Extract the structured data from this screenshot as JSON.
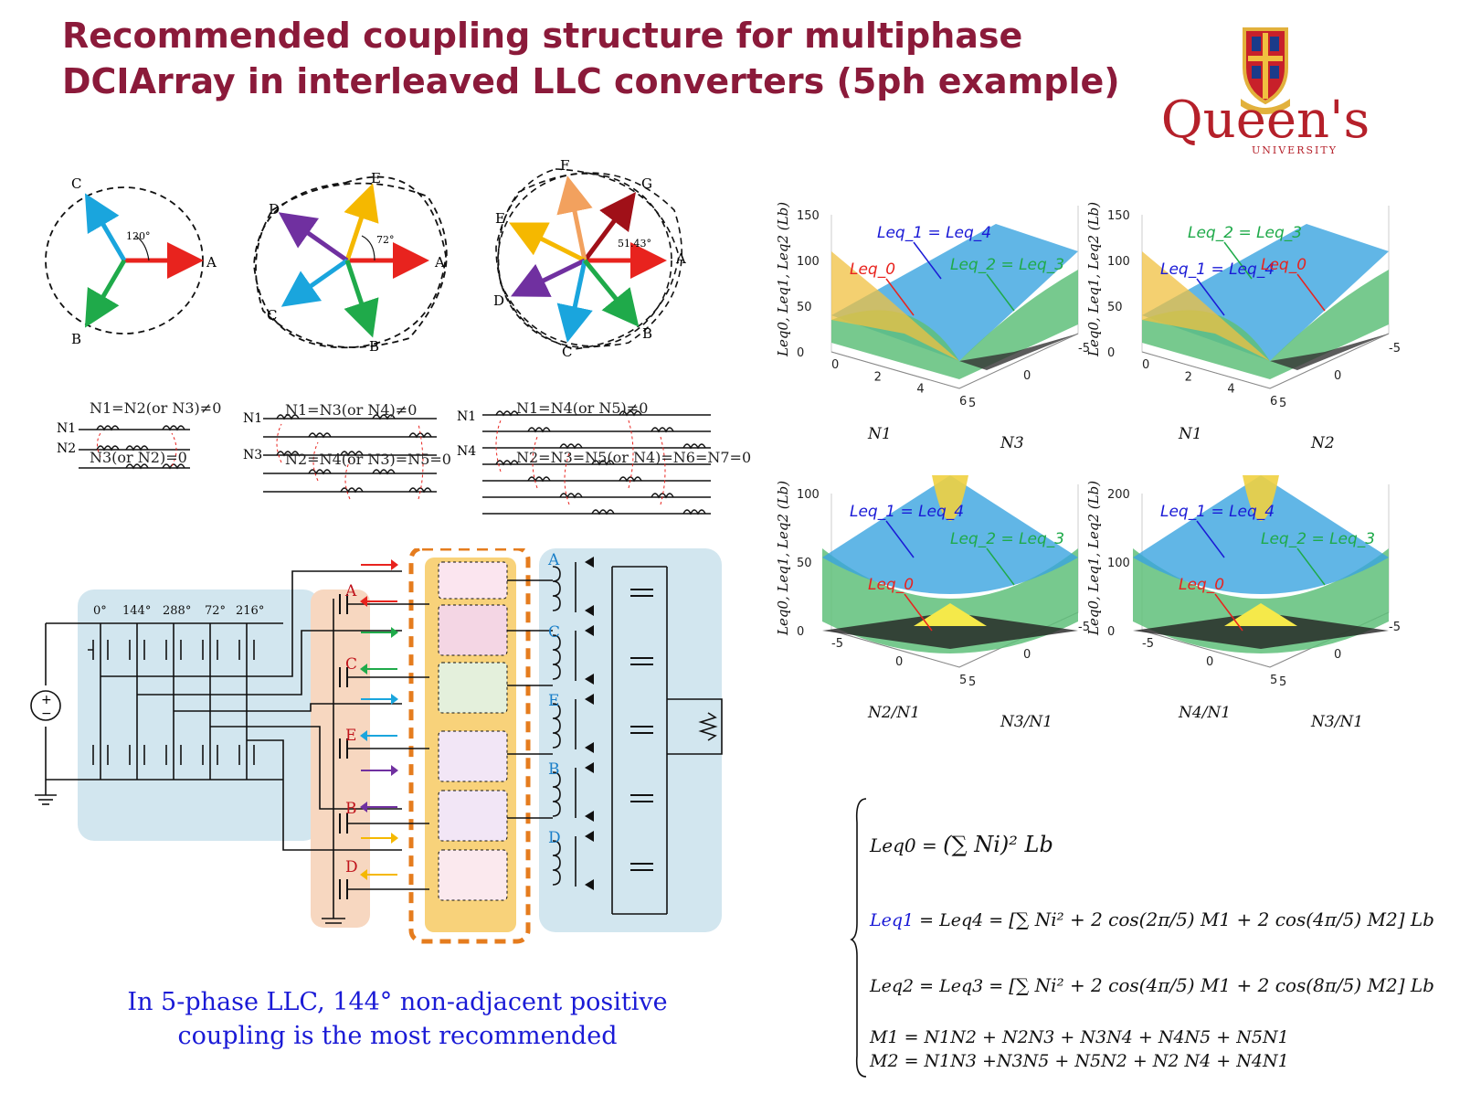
{
  "title": {
    "line1": "Recommended coupling structure for multiphase",
    "line2": "DCIArray in interleaved LLC converters (5ph example)"
  },
  "logo": {
    "wordmark": "Queen's",
    "subtitle": "UNIVERSITY"
  },
  "phasors": [
    {
      "angle": "120°",
      "labels": [
        "A",
        "B",
        "C"
      ],
      "condition": [
        "N1=N2(or N3)≠0",
        "N3(or N2)=0"
      ],
      "windings": [
        "N1",
        "N2"
      ]
    },
    {
      "angle": "72°",
      "labels": [
        "A",
        "B",
        "C",
        "D",
        "E"
      ],
      "condition": [
        "N1=N3(or N4)≠0",
        "N2=N4(or N3)=N5=0"
      ],
      "windings": [
        "N1",
        "N3"
      ]
    },
    {
      "angle": "51.43°",
      "labels": [
        "A",
        "B",
        "C",
        "D",
        "E",
        "F",
        "G"
      ],
      "condition": [
        "N1=N4(or N5)≠0",
        "N2=N3=N5(or N4)=N6=N7=0"
      ],
      "windings": [
        "N1",
        "N4"
      ]
    }
  ],
  "circuit": {
    "phase_angles": [
      "0°",
      "144°",
      "288°",
      "72°",
      "216°"
    ],
    "phase_labels_left": [
      "A",
      "C",
      "E",
      "B",
      "D"
    ],
    "phase_labels_right": [
      "A",
      "C",
      "E",
      "B",
      "D"
    ],
    "source_symbols": [
      "+",
      "−"
    ]
  },
  "caption": {
    "line1": "In 5-phase LLC, 144° non-adjacent positive",
    "line2": "coupling is the most recommended"
  },
  "colors": {
    "title": "#8b1a3a",
    "phase_red": "#e8231e",
    "phase_green": "#1faa4a",
    "phase_cyan": "#1aa5dd",
    "phase_purple": "#7030a0",
    "phase_yellow": "#f5b800",
    "caption": "#1a1ad6"
  },
  "plots": [
    {
      "ylabel": "Leq0, Leq1, Leq2 (Lb)",
      "xlabel": "N1",
      "zlabel": "N3",
      "yticks": [
        "150",
        "100",
        "50",
        "0"
      ],
      "xticks": [
        "0",
        "2",
        "4",
        "6"
      ],
      "zticks": [
        "5",
        "0",
        "-5"
      ],
      "annotations": [
        {
          "text": "Leq_1 = Leq_4",
          "color": "#1a1ad6"
        },
        {
          "text": "Leq_0",
          "color": "#e8231e"
        },
        {
          "text": "Leq_2 = Leq_3",
          "color": "#1faa4a"
        }
      ]
    },
    {
      "ylabel": "Leq0, Leq1, Leq2 (Lb)",
      "xlabel": "N1",
      "zlabel": "N2",
      "yticks": [
        "150",
        "100",
        "50",
        "0"
      ],
      "xticks": [
        "0",
        "2",
        "4",
        "6"
      ],
      "zticks": [
        "5",
        "0",
        "-5"
      ],
      "annotations": [
        {
          "text": "Leq_2 = Leq_3",
          "color": "#1faa4a"
        },
        {
          "text": "Leq_1 = Leq_4",
          "color": "#1a1ad6"
        },
        {
          "text": "Leq_0",
          "color": "#e8231e"
        }
      ]
    },
    {
      "ylabel": "Leq0, Leq1, Leq2 (Lb)",
      "xlabel": "N2/N1",
      "zlabel": "N3/N1",
      "yticks": [
        "100",
        "50",
        "0"
      ],
      "xticks": [
        "-5",
        "0",
        "5"
      ],
      "zticks": [
        "5",
        "0",
        "-5"
      ],
      "annotations": [
        {
          "text": "Leq_1 = Leq_4",
          "color": "#1a1ad6"
        },
        {
          "text": "Leq_2 = Leq_3",
          "color": "#1faa4a"
        },
        {
          "text": "Leq_0",
          "color": "#e8231e"
        }
      ]
    },
    {
      "ylabel": "Leq0, Leq1, Leq2 (Lb)",
      "xlabel": "N4/N1",
      "zlabel": "N3/N1",
      "yticks": [
        "200",
        "100",
        "0"
      ],
      "xticks": [
        "-5",
        "0",
        "5"
      ],
      "zticks": [
        "5",
        "0",
        "-5"
      ],
      "annotations": [
        {
          "text": "Leq_1 = Leq_4",
          "color": "#1a1ad6"
        },
        {
          "text": "Leq_2 = Leq_3",
          "color": "#1faa4a"
        },
        {
          "text": "Leq_0",
          "color": "#e8231e"
        }
      ]
    }
  ],
  "equations": {
    "leq0_lhs": "Leq0 =",
    "leq0_rhs": "(∑ Ni)² Lb",
    "leq1_lhs": "Leq1",
    "leq1_mid": "= Leq4 =",
    "leq1_rhs": "[∑ Ni² + 2 cos(2π/5) M1 + 2 cos(4π/5) M2] Lb",
    "leq2_lhs": "Leq2 = Leq3 =",
    "leq2_rhs": "[∑ Ni² + 2 cos(4π/5) M1 + 2 cos(8π/5) M2] Lb",
    "m1": "M1 = N1N2 + N2N3 + N3N4 + N4N5 + N5N1",
    "m2": "M2 = N1N3 +N3N5 + N5N2 + N2 N4 + N4N1"
  }
}
